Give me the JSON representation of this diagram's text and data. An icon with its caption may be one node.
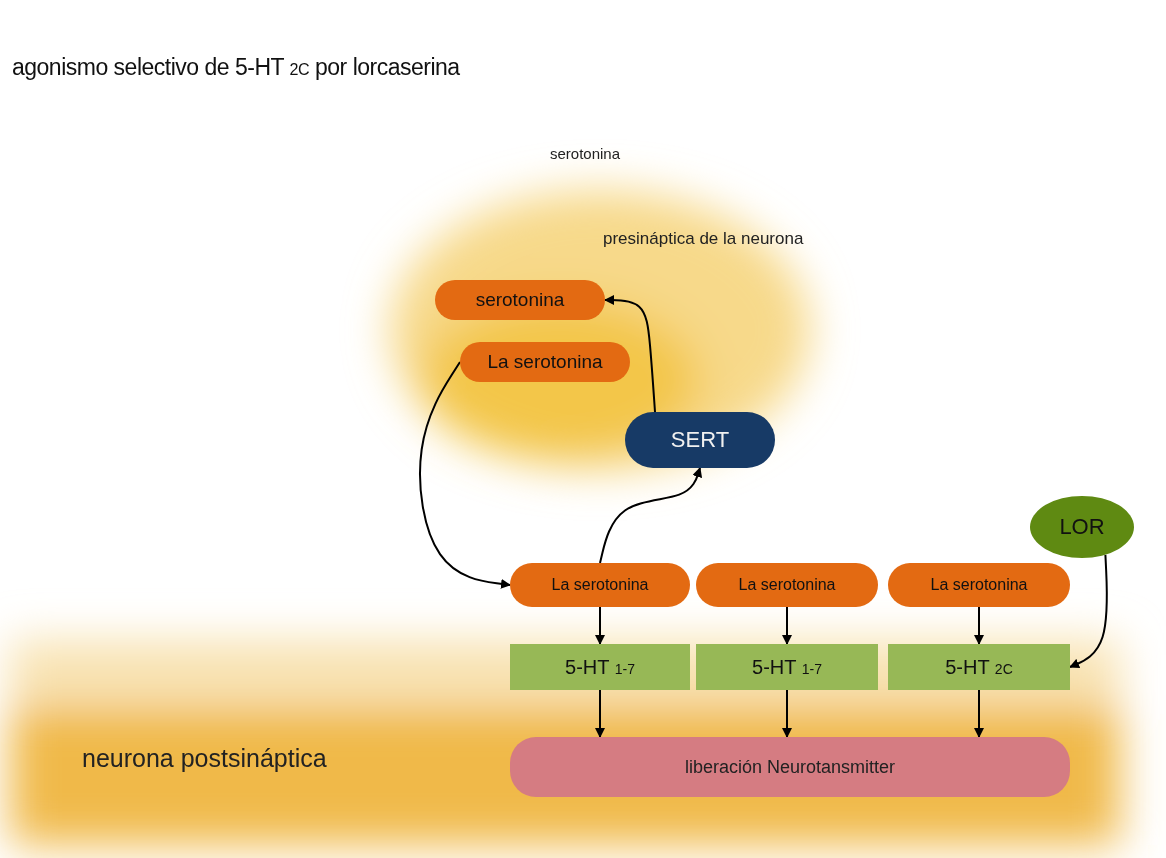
{
  "diagram": {
    "title": "agonismo selectivo de 5-HT $_{2C}$ por lorcaserina",
    "nodes": [
      {
        "text": [
          "serotonina"
        ]
      },
      {
        "text": [
          "La serotonina"
        ]
      },
      {
        "text": [
          "SERT"
        ]
      },
      {
        "text": [
          "LOR"
        ]
      },
      {
        "text": [
          "La serotonina"
        ]
      },
      {
        "text": [
          "La serotonina"
        ]
      },
      {
        "text": [
          "La serotonina"
        ]
      },
      {
        "text": [
          "5-HT $_{1-7}$"
        ]
      },
      {
        "text": [
          "5-HT $_{1-7}$"
        ]
      },
      {
        "text": [
          "5-HT $_{2C}$"
        ]
      },
      {
        "text": [
          "liberación Neurotansmitter"
        ]
      }
    ],
    "edges": [
      {
        "from": 1,
        "to": 4,
        "arrow": "to"
      },
      {
        "from": 4,
        "to": 2,
        "arrow": "to"
      },
      {
        "from": 2,
        "to": 0,
        "arrow": "to"
      },
      {
        "from": 4,
        "to": 7,
        "arrow": "to"
      },
      {
        "from": 5,
        "to": 8,
        "arrow": "to"
      },
      {
        "from": 6,
        "to": 9,
        "arrow": "to"
      },
      {
        "from": 7,
        "to": 10,
        "arrow": "to"
      },
      {
        "from": 8,
        "to": 10,
        "arrow": "to"
      },
      {
        "from": 9,
        "to": 10,
        "arrow": "to"
      },
      {
        "from": 3,
        "to": 9,
        "arrow": "to"
      }
    ],
    "labels": [
      "serotonina",
      "presináptica de la neurona",
      "neurona postsináptica"
    ]
  }
}
